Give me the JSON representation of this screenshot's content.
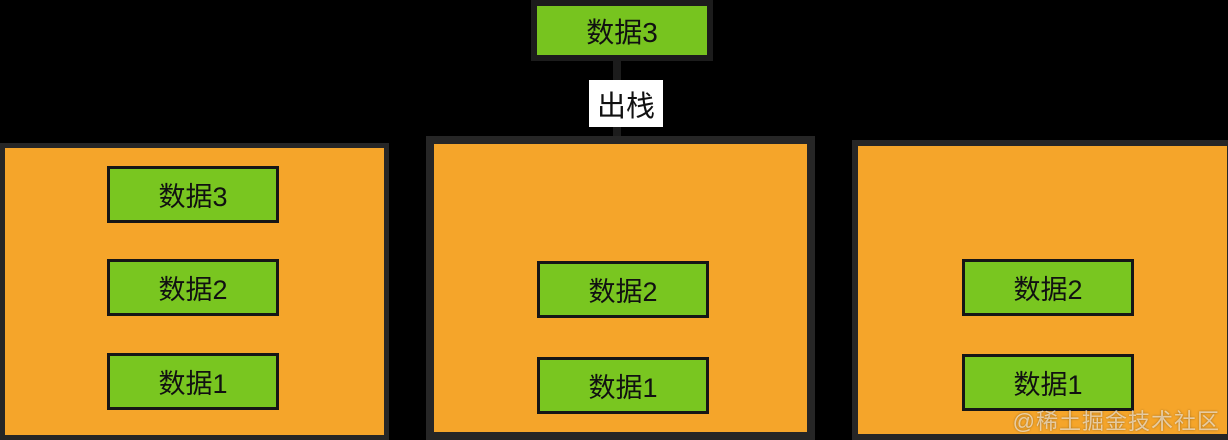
{
  "diagram": {
    "title_meaning": "stack pop operation",
    "action_label": "出栈",
    "popped_item": {
      "label": "数据3"
    },
    "stacks": [
      {
        "name": "stack-before",
        "items": [
          "数据3",
          "数据2",
          "数据1"
        ]
      },
      {
        "name": "stack-popping",
        "items": [
          "数据2",
          "数据1"
        ]
      },
      {
        "name": "stack-after",
        "items": [
          "数据2",
          "数据1"
        ]
      }
    ]
  },
  "watermark": "@稀土掘金技术社区",
  "colors": {
    "background": "#000000",
    "container_fill": "#f5a52a",
    "container_border": "#262626",
    "data_box_fill": "#79c620",
    "data_box_border": "#161616",
    "text": "#111111",
    "action_label_bg": "#ffffff",
    "watermark_text": "rgba(255,255,255,0.58)"
  }
}
